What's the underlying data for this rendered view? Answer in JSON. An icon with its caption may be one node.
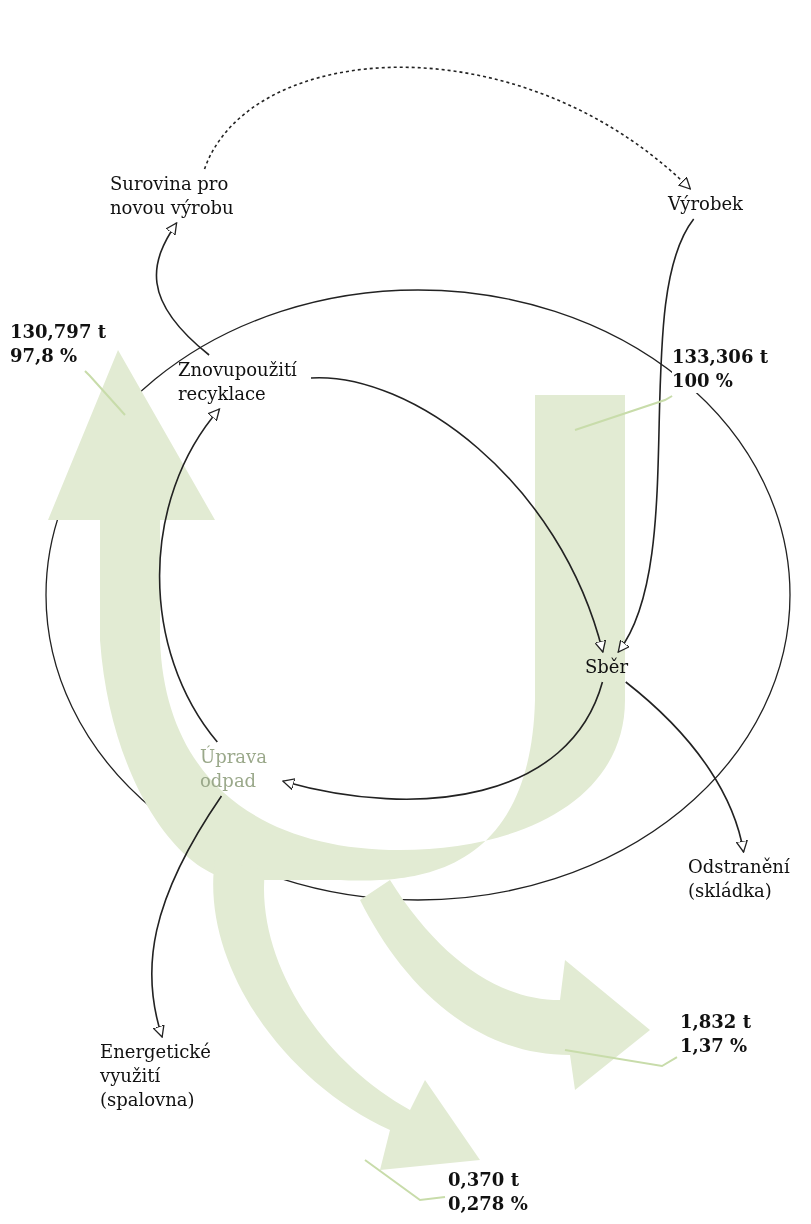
{
  "diagram": {
    "nodes": [
      {
        "text": [
          "Surovina pro novou výrobu"
        ]
      },
      {
        "text": [
          "Výrobek"
        ]
      },
      {
        "text": [
          "Znovupoužití recyklace"
        ]
      },
      {
        "text": [
          "Sběr"
        ]
      },
      {
        "text": [
          "Úprava odpad"
        ]
      },
      {
        "text": [
          "Odstranění (skládka)"
        ]
      },
      {
        "text": [
          "Energetické využití (spalovna)"
        ]
      },
      {
        "text": [
          "130,797 t",
          "97,8 %"
        ]
      },
      {
        "text": [
          "133,306 t",
          "100 %"
        ]
      },
      {
        "text": [
          "1,832 t",
          "1,37 %"
        ]
      },
      {
        "text": [
          "0,370 t",
          "0,278 %"
        ]
      }
    ],
    "edges": [
      {
        "from": 0,
        "to": 1,
        "arrow": "to",
        "style": "dashed"
      },
      {
        "from": 1,
        "to": 3,
        "arrow": "to"
      },
      {
        "from": 2,
        "to": 3,
        "arrow": "to"
      },
      {
        "from": 3,
        "to": 4,
        "arrow": "to"
      },
      {
        "from": 4,
        "to": 2,
        "arrow": "to"
      },
      {
        "from": 2,
        "to": 0,
        "arrow": "to"
      },
      {
        "from": 3,
        "to": 5,
        "arrow": "to"
      },
      {
        "from": 4,
        "to": 6,
        "arrow": "to"
      },
      {
        "from": 7,
        "to": null,
        "arrow": "none",
        "color": "#c8dcaa"
      },
      {
        "from": 8,
        "to": null,
        "arrow": "none",
        "color": "#c8dcaa"
      },
      {
        "from": 9,
        "to": null,
        "arrow": "none",
        "color": "#c8dcaa"
      },
      {
        "from": 10,
        "to": null,
        "arrow": "none",
        "color": "#c8dcaa"
      }
    ]
  }
}
